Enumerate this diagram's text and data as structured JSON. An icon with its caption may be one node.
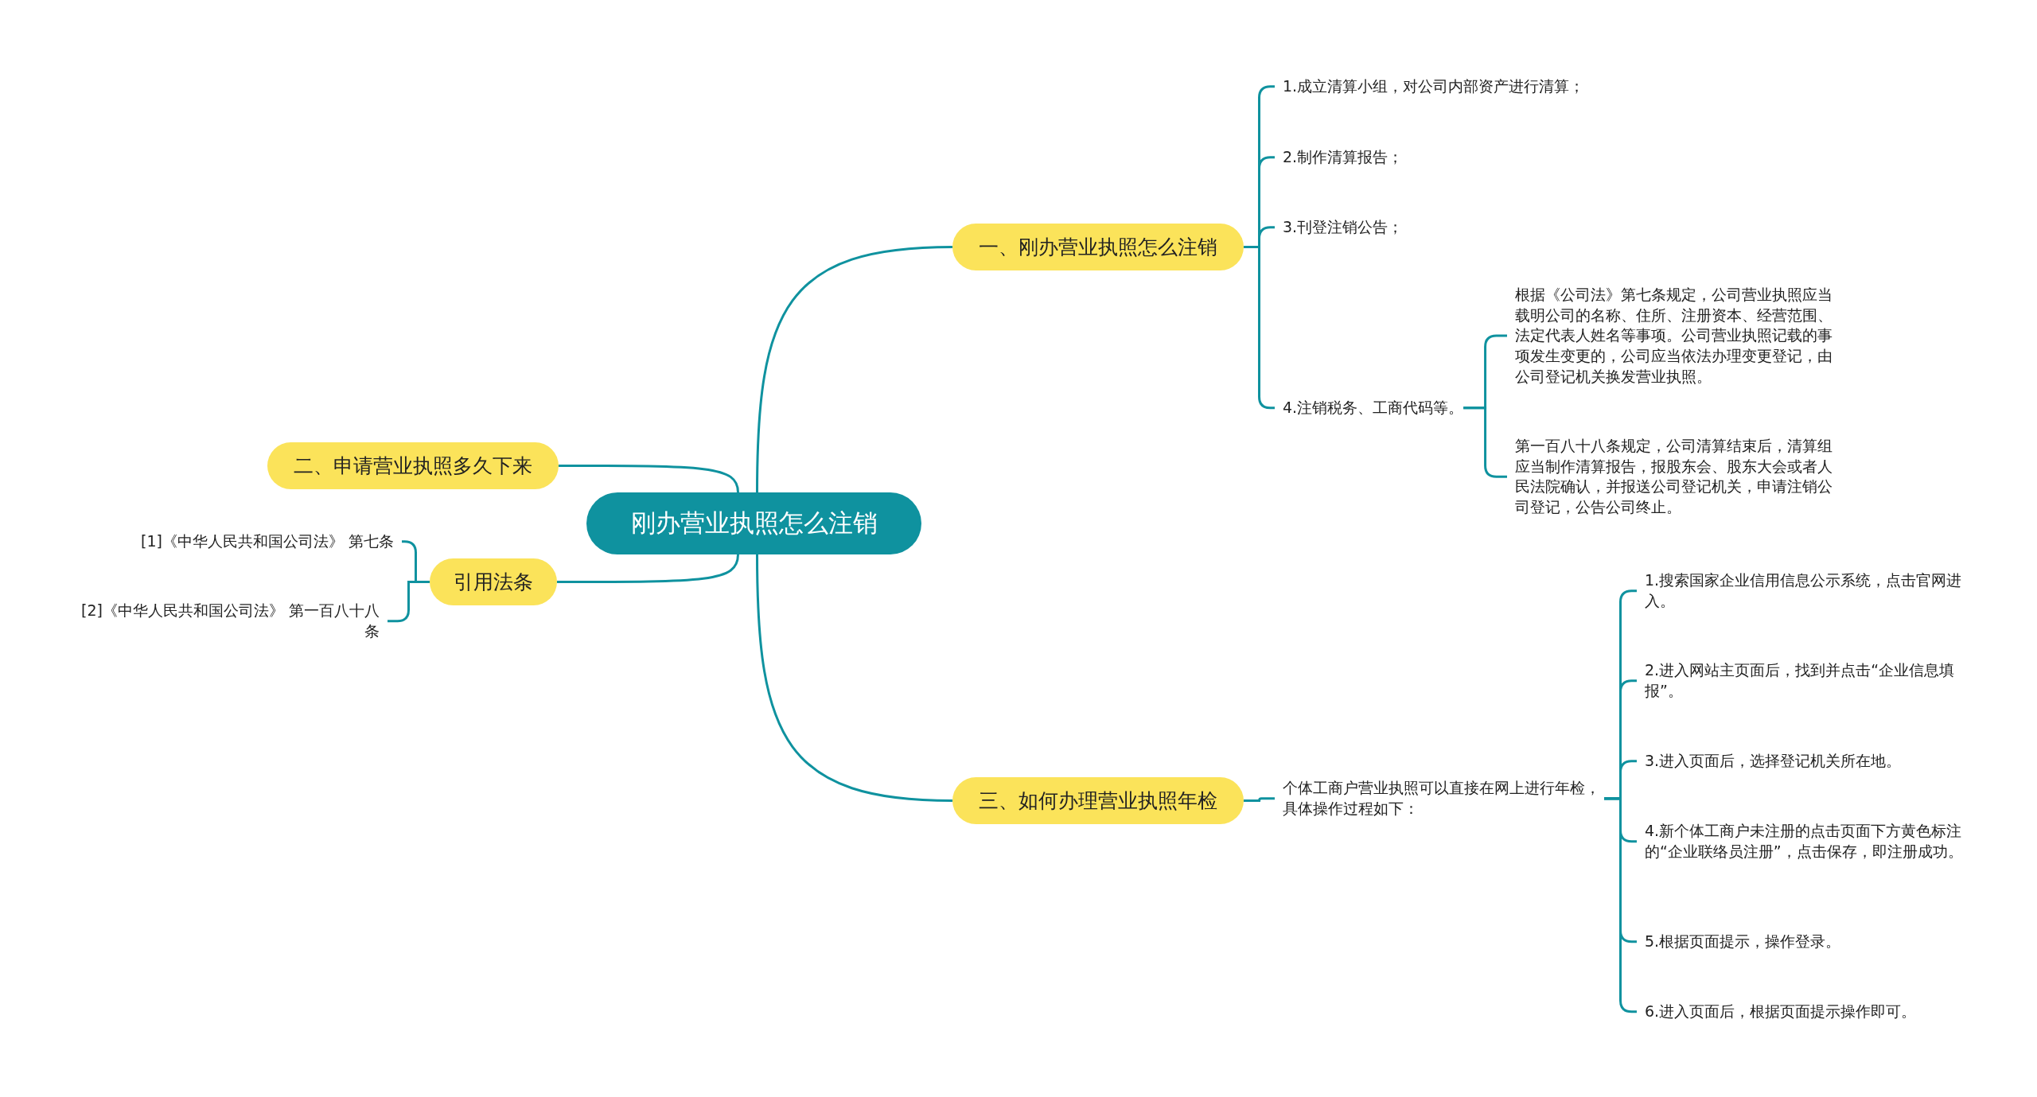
{
  "diagram": {
    "nodes": [
      {
        "text": [
          "刚办营业执照怎么注销"
        ]
      },
      {
        "text": [
          "一、刚办营业执照怎么注销"
        ]
      },
      {
        "text": [
          "1.成立清算小组，对公司内部资产进行清算；"
        ]
      },
      {
        "text": [
          "2.制作清算报告；"
        ]
      },
      {
        "text": [
          "3.刊登注销公告；"
        ]
      },
      {
        "text": [
          "4.注销税务、工商代码等。"
        ]
      },
      {
        "text": [
          "根据《公司法》第七条规定，公司营业执照应当载明公司的名称、住所、注册资本、经营范围、法定代表人姓名等事项。公司营业执照记载的事项发生变更的，公司应当依法办理变更登记，由公司登记机关换发营业执照。"
        ]
      },
      {
        "text": [
          "第一百八十八条规定，公司清算结束后，清算组应当制作清算报告，报股东会、股东大会或者人民法院确认，并报送公司登记机关，申请注销公司登记，公告公司终止。"
        ]
      },
      {
        "text": [
          "二、申请营业执照多久下来"
        ]
      },
      {
        "text": [
          "引用法条"
        ]
      },
      {
        "text": [
          "[1]《中华人民共和国公司法》 第七条"
        ]
      },
      {
        "text": [
          "[2]《中华人民共和国公司法》 第一百八十八条"
        ]
      },
      {
        "text": [
          "三、如何办理营业执照年检"
        ]
      },
      {
        "text": [
          "个体工商户营业执照可以直接在网上进行年检，具体操作过程如下："
        ]
      },
      {
        "text": [
          "1.搜索国家企业信用信息公示系统，点击官网进入。"
        ]
      },
      {
        "text": [
          "2.进入网站主页面后，找到并点击“企业信息填报”。"
        ]
      },
      {
        "text": [
          "3.进入页面后，选择登记机关所在地。"
        ]
      },
      {
        "text": [
          "4.新个体工商户未注册的点击页面下方黄色标注的“企业联络员注册”，点击保存，即注册成功。"
        ]
      },
      {
        "text": [
          "5.根据页面提示，操作登录。"
        ]
      },
      {
        "text": [
          "6.进入页面后，根据页面提示操作即可。"
        ]
      }
    ],
    "edges": [
      {
        "from": 0,
        "to": 1,
        "arrow": "none"
      },
      {
        "from": 1,
        "to": 2,
        "arrow": "none"
      },
      {
        "from": 1,
        "to": 3,
        "arrow": "none"
      },
      {
        "from": 1,
        "to": 4,
        "arrow": "none"
      },
      {
        "from": 1,
        "to": 5,
        "arrow": "none"
      },
      {
        "from": 5,
        "to": 6,
        "arrow": "none"
      },
      {
        "from": 5,
        "to": 7,
        "arrow": "none"
      },
      {
        "from": 0,
        "to": 8,
        "arrow": "none"
      },
      {
        "from": 0,
        "to": 9,
        "arrow": "none"
      },
      {
        "from": 9,
        "to": 10,
        "arrow": "none"
      },
      {
        "from": 9,
        "to": 11,
        "arrow": "none"
      },
      {
        "from": 0,
        "to": 12,
        "arrow": "none"
      },
      {
        "from": 12,
        "to": 13,
        "arrow": "none"
      },
      {
        "from": 13,
        "to": 14,
        "arrow": "none"
      },
      {
        "from": 13,
        "to": 15,
        "arrow": "none"
      },
      {
        "from": 13,
        "to": 16,
        "arrow": "none"
      },
      {
        "from": 13,
        "to": 17,
        "arrow": "none"
      },
      {
        "from": 13,
        "to": 18,
        "arrow": "none"
      },
      {
        "from": 13,
        "to": 19,
        "arrow": "none"
      }
    ]
  }
}
